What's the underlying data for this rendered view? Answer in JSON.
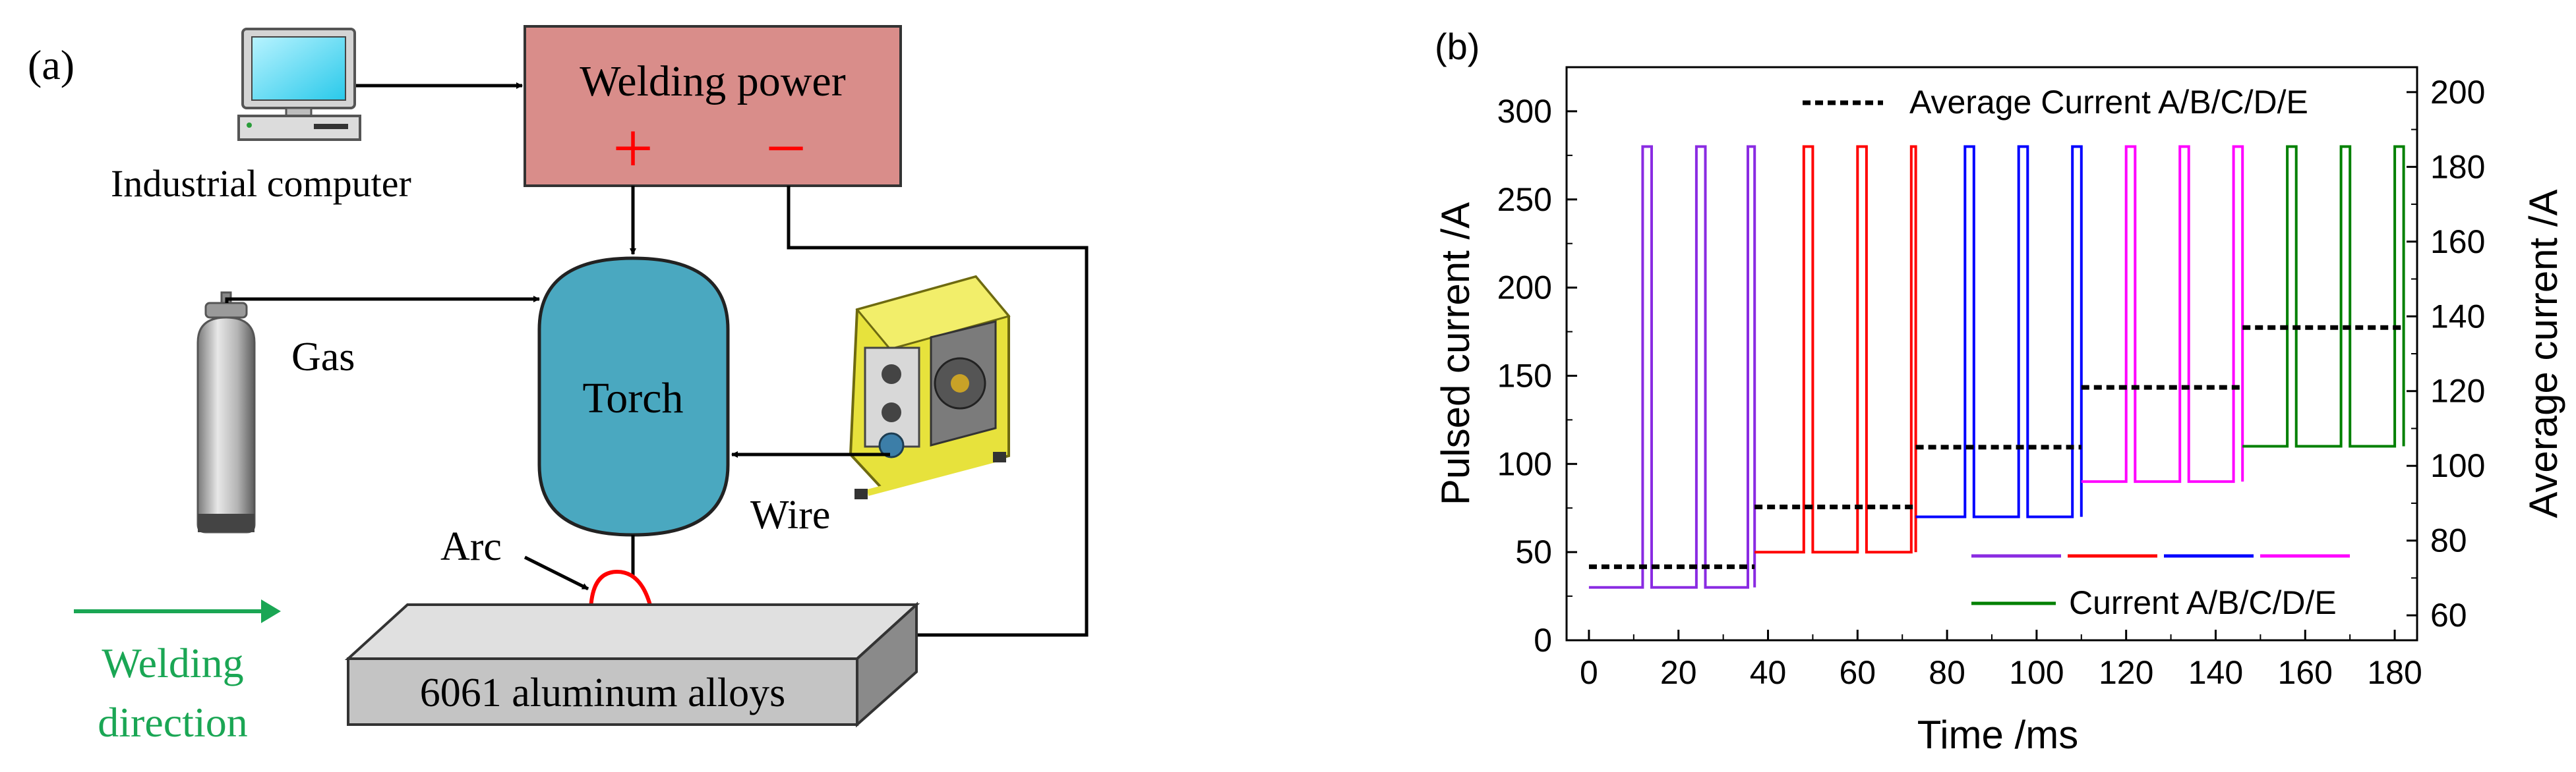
{
  "panel_a": {
    "label": "(a)",
    "welding_power_label": "Welding power",
    "plus_sign": "+",
    "minus_sign": "−",
    "computer_label": "Industrial computer",
    "torch_label": "Torch",
    "gas_label": "Gas",
    "wire_label": "Wire",
    "arc_label": "Arc",
    "workpiece_label": "6061 aluminum alloys",
    "direction_label_line1": "Welding",
    "direction_label_line2": "direction",
    "colors": {
      "power_box": "#d98d8a",
      "torch": "#4aa8c0",
      "workpiece": "#c4c4c4",
      "direction": "#1aa654",
      "polarity": "#ff0000",
      "arc": "#ff0000"
    },
    "icons": [
      "desktop-computer-icon",
      "gas-cylinder-icon",
      "wire-feeder-icon"
    ]
  },
  "panel_b": {
    "label": "(b)",
    "chart_data": {
      "type": "line",
      "title": "",
      "xlabel": "Time /ms",
      "ylabel_left": "Pulsed current /A",
      "ylabel_right": "Average current /A",
      "xlim": [
        -5,
        185
      ],
      "ylim_left": [
        0,
        325
      ],
      "ylim_right": [
        53.33,
        206.67
      ],
      "xticks": [
        0,
        20,
        40,
        60,
        80,
        100,
        120,
        140,
        160,
        180
      ],
      "yticks_left": [
        0,
        50,
        100,
        150,
        200,
        250,
        300
      ],
      "yticks_right": [
        60,
        80,
        100,
        120,
        140,
        160,
        180,
        200
      ],
      "grid": false,
      "legend": [
        {
          "label": "Average Current A/B/C/D/E",
          "position": "top"
        },
        {
          "label": "Current A/B/C/D/E",
          "position": "bottom-right"
        }
      ],
      "pulse_peak": 280,
      "series": [
        {
          "name": "Current A",
          "color": "#8a2be2",
          "t_start": 0,
          "t_end": 37,
          "base": 30,
          "pulses": [
            [
              12,
              14
            ],
            [
              24,
              26
            ],
            [
              35.5,
              37
            ]
          ]
        },
        {
          "name": "Current B",
          "color": "#ff0000",
          "t_start": 37,
          "t_end": 73,
          "base": 50,
          "pulses": [
            [
              48,
              50
            ],
            [
              60,
              62
            ],
            [
              72,
              73
            ]
          ]
        },
        {
          "name": "Current C",
          "color": "#0000ff",
          "t_start": 73,
          "t_end": 110,
          "base": 70,
          "pulses": [
            [
              84,
              86
            ],
            [
              96,
              98
            ],
            [
              108,
              110
            ]
          ]
        },
        {
          "name": "Current D",
          "color": "#ff00ff",
          "t_start": 110,
          "t_end": 146,
          "base": 90,
          "pulses": [
            [
              120,
              122
            ],
            [
              132,
              134
            ],
            [
              144,
              146
            ]
          ]
        },
        {
          "name": "Current E",
          "color": "#008000",
          "t_start": 146,
          "t_end": 182,
          "base": 110,
          "pulses": [
            [
              156,
              158
            ],
            [
              168,
              170
            ],
            [
              180,
              182
            ]
          ]
        }
      ],
      "average_segments": [
        {
          "name": "Average Current A",
          "x": [
            0,
            37
          ],
          "y": 73
        },
        {
          "name": "Average Current B",
          "x": [
            37,
            73
          ],
          "y": 89
        },
        {
          "name": "Average Current C",
          "x": [
            73,
            110
          ],
          "y": 105
        },
        {
          "name": "Average Current D",
          "x": [
            110,
            146
          ],
          "y": 121
        },
        {
          "name": "Average Current E",
          "x": [
            146,
            182
          ],
          "y": 137
        }
      ]
    }
  }
}
